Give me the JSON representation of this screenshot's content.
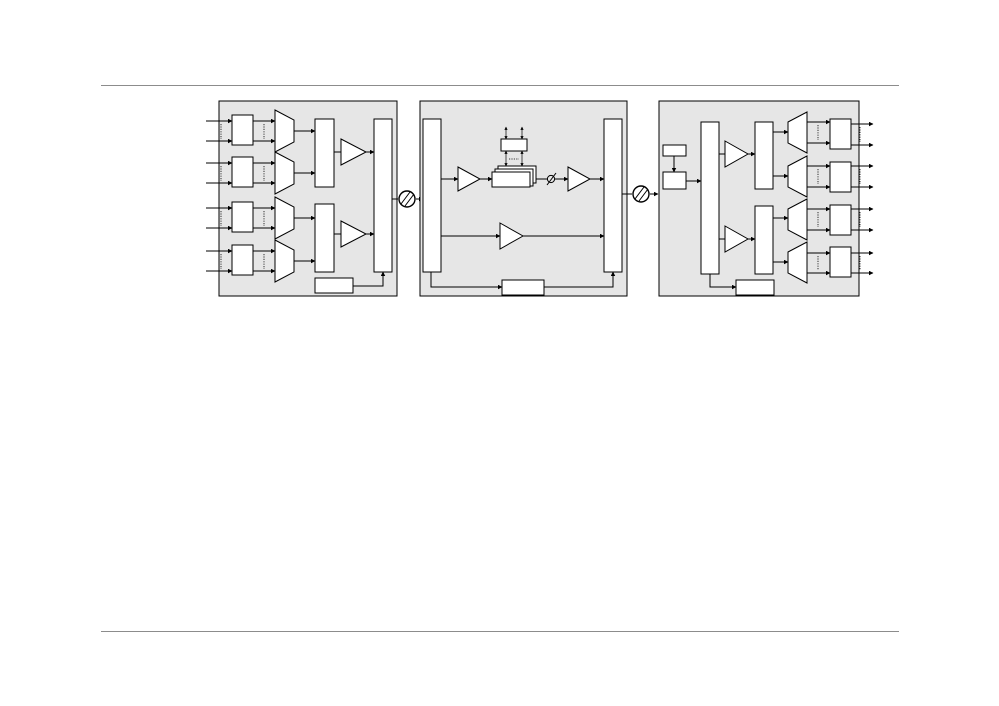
{
  "figure": {
    "colors": {
      "panel_fill": "#e6e6e6",
      "panel_stroke": "#000000",
      "component_fill": "#ffffff",
      "wire": "#000000",
      "page_rule": "#8c8c8c"
    },
    "panels": [
      {
        "id": "transmitter",
        "components": [
          "input-module-1",
          "input-module-2",
          "input-module-3",
          "input-module-4",
          "multiplexer-1",
          "multiplexer-2",
          "multiplexer-3",
          "multiplexer-4",
          "combiner-1",
          "combiner-2",
          "amplifier-1",
          "amplifier-2",
          "output-coupler",
          "control-block"
        ]
      },
      {
        "id": "link-processing",
        "components": [
          "input-coupler",
          "output-coupler",
          "amplifier-1",
          "amplifier-2",
          "amplifier-3",
          "processor-stack",
          "control-unit",
          "phase-shifter",
          "monitor-block"
        ]
      },
      {
        "id": "receiver",
        "components": [
          "splitter",
          "pre-block",
          "detector-block",
          "amplifier-1",
          "amplifier-2",
          "distribution-1",
          "distribution-2",
          "demultiplexer-1",
          "demultiplexer-2",
          "demultiplexer-3",
          "demultiplexer-4",
          "output-module-1",
          "output-module-2",
          "output-module-3",
          "output-module-4",
          "control-block"
        ]
      }
    ],
    "connectors": [
      "fiber-connector-1",
      "fiber-connector-2"
    ],
    "symbols": {
      "phase": "⌀"
    }
  }
}
